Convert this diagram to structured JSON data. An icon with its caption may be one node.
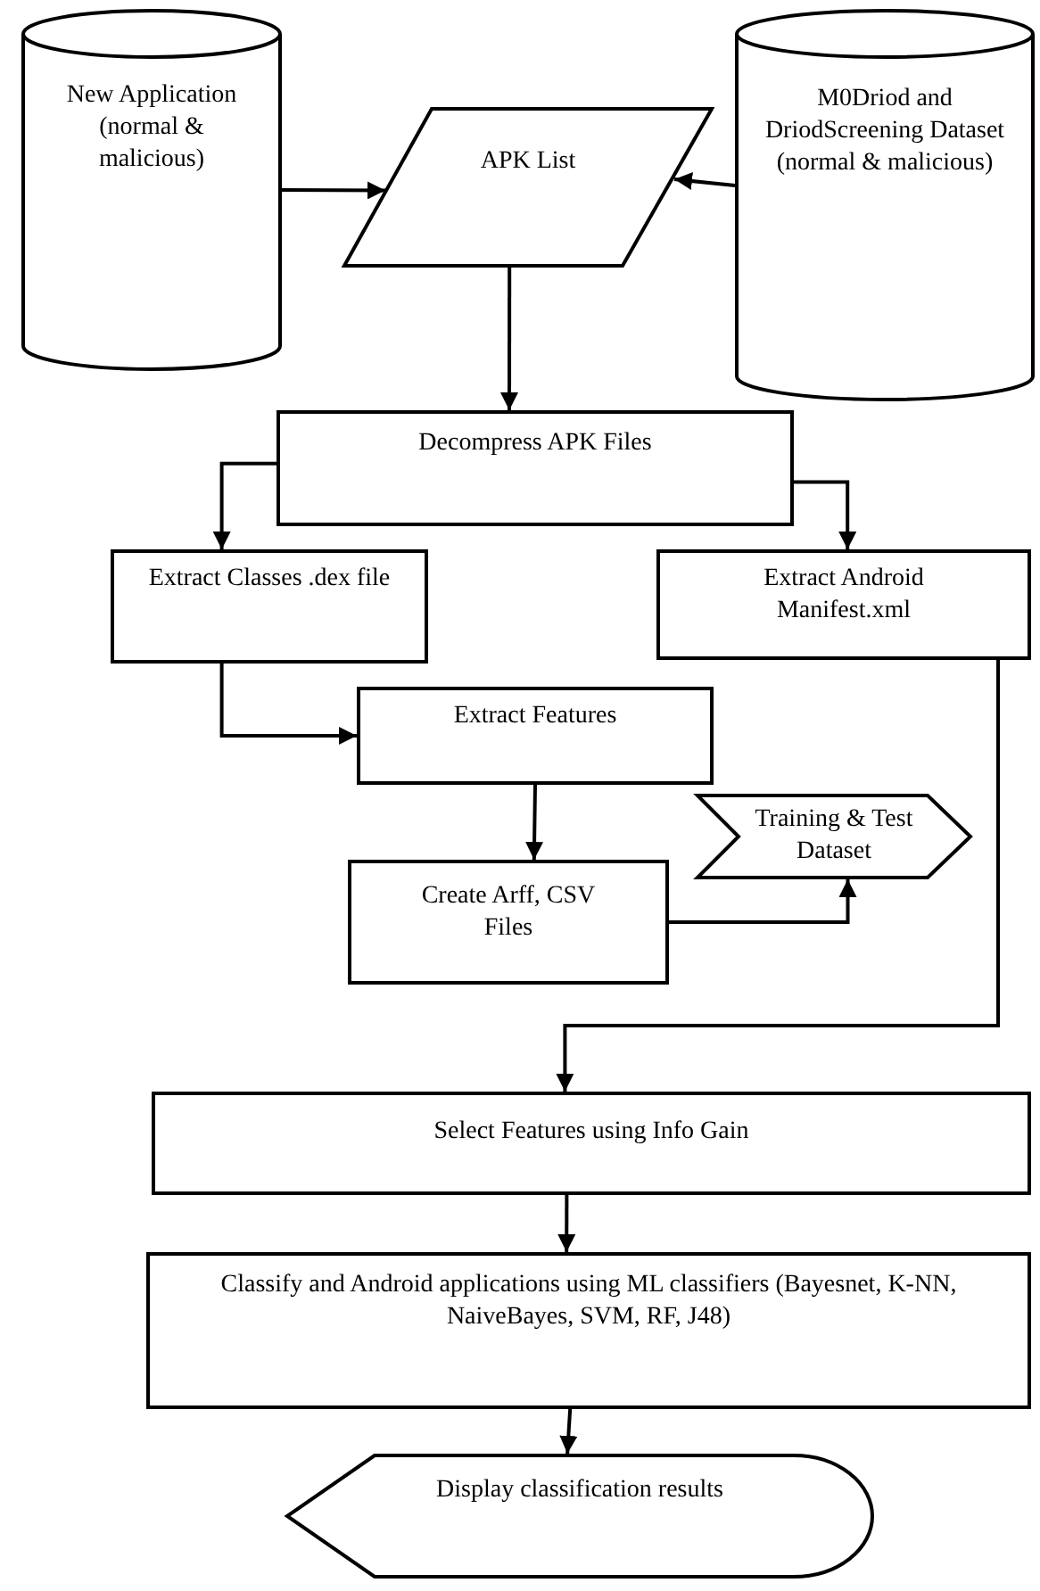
{
  "diagram": {
    "nodes": [
      {
        "text": [
          "New Application (normal & malicious)"
        ]
      },
      {
        "text": [
          "APK List"
        ]
      },
      {
        "text": [
          "M0Driod and DriodScreening Dataset (normal & malicious)"
        ]
      },
      {
        "text": [
          "Decompress APK Files"
        ]
      },
      {
        "text": [
          "Extract Classes .dex file"
        ]
      },
      {
        "text": [
          "Extract Android Manifest.xml"
        ]
      },
      {
        "text": [
          "Extract Features"
        ]
      },
      {
        "text": [
          "Training & Test Dataset"
        ]
      },
      {
        "text": [
          "Create Arff, CSV Files"
        ]
      },
      {
        "text": [
          "Select Features using Info Gain"
        ]
      },
      {
        "text": [
          "Classify and Android applications using ML classifiers (Bayesnet, K-NN, NaiveBayes, SVM, RF, J48)"
        ]
      },
      {
        "text": [
          "Display classification results"
        ]
      }
    ],
    "edges": [
      {
        "from": 0,
        "to": 1,
        "arrow": "to"
      },
      {
        "from": 2,
        "to": 1,
        "arrow": "to"
      },
      {
        "from": 1,
        "to": 3,
        "arrow": "to"
      },
      {
        "from": 3,
        "to": 4,
        "arrow": "to"
      },
      {
        "from": 3,
        "to": 5,
        "arrow": "to"
      },
      {
        "from": 4,
        "to": 6,
        "arrow": "to"
      },
      {
        "from": 5,
        "to": 9,
        "arrow": "to"
      },
      {
        "from": 6,
        "to": 8,
        "arrow": "to"
      },
      {
        "from": 8,
        "to": 7,
        "arrow": "to"
      },
      {
        "from": 9,
        "to": 10,
        "arrow": "to"
      },
      {
        "from": 10,
        "to": 11,
        "arrow": "to"
      }
    ]
  }
}
